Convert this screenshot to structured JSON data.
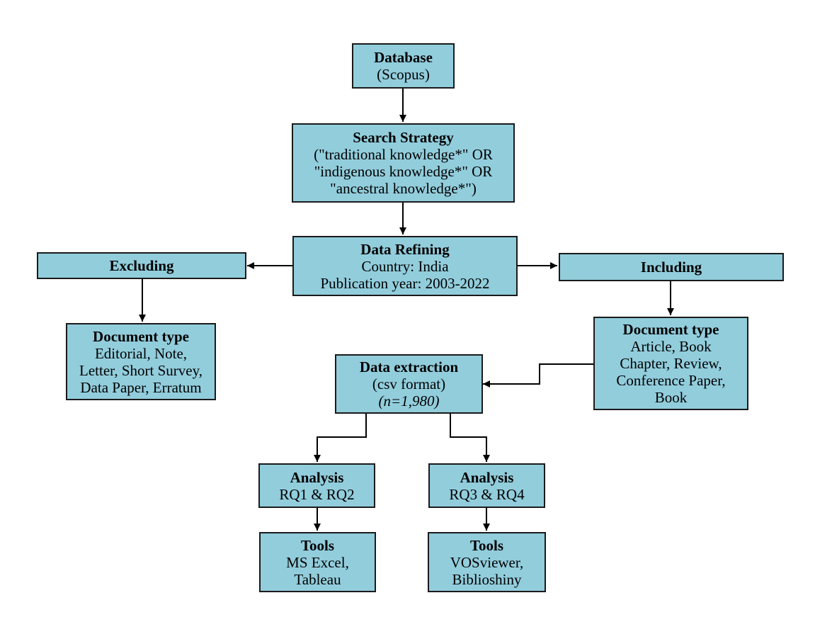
{
  "colors": {
    "box_fill": "#92cddc",
    "box_border": "#1a1a1a",
    "arrow": "#000000"
  },
  "nodes": {
    "database": {
      "title": "Database",
      "lines": [
        "(Scopus)"
      ]
    },
    "search_strategy": {
      "title": "Search Strategy",
      "lines": [
        "(\"traditional knowledge*\" OR",
        "\"indigenous knowledge*\" OR",
        "\"ancestral knowledge*\")"
      ]
    },
    "data_refining": {
      "title": "Data Refining",
      "lines": [
        "Country: India",
        "Publication year: 2003-2022"
      ]
    },
    "excluding": {
      "title": "Excluding"
    },
    "including": {
      "title": "Including"
    },
    "doc_type_excluded": {
      "title": "Document type",
      "lines": [
        "Editorial, Note,",
        "Letter, Short Survey,",
        "Data Paper, Erratum"
      ]
    },
    "doc_type_included": {
      "title": "Document type",
      "lines": [
        "Article, Book",
        "Chapter, Review,",
        "Conference Paper,",
        "Book"
      ]
    },
    "data_extraction": {
      "title": "Data extraction",
      "lines": [
        "(csv format)",
        "(n=1,980)"
      ]
    },
    "analysis_1": {
      "title": "Analysis",
      "lines": [
        "RQ1 & RQ2"
      ]
    },
    "analysis_2": {
      "title": "Analysis",
      "lines": [
        "RQ3 & RQ4"
      ]
    },
    "tools_1": {
      "title": "Tools",
      "lines": [
        "MS Excel,",
        "Tableau"
      ]
    },
    "tools_2": {
      "title": "Tools",
      "lines": [
        "VOSviewer,",
        "Biblioshiny"
      ]
    }
  }
}
